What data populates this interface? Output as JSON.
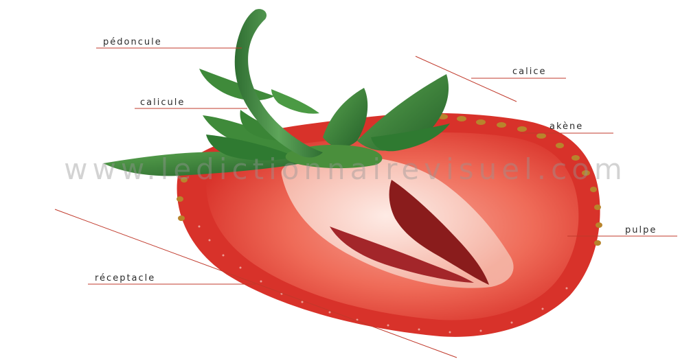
{
  "diagram": {
    "labels": {
      "pedoncule": "pédoncule",
      "calice": "calice",
      "calicule": "calicule",
      "akene": "akène",
      "pulpe": "pulpe",
      "receptacle": "réceptacle"
    },
    "watermark": "www.ledictionnairevisuel.com",
    "colors": {
      "leader_line": "#c0392b",
      "fruit_skin": "#d8322a",
      "fruit_flesh": "#f07a6a",
      "pith": "#fbe3dc",
      "seed_cavity": "#8a1c1c",
      "leaf": "#3f8a3a",
      "leaf_dark": "#25612a",
      "achene": "#b8842c"
    }
  }
}
